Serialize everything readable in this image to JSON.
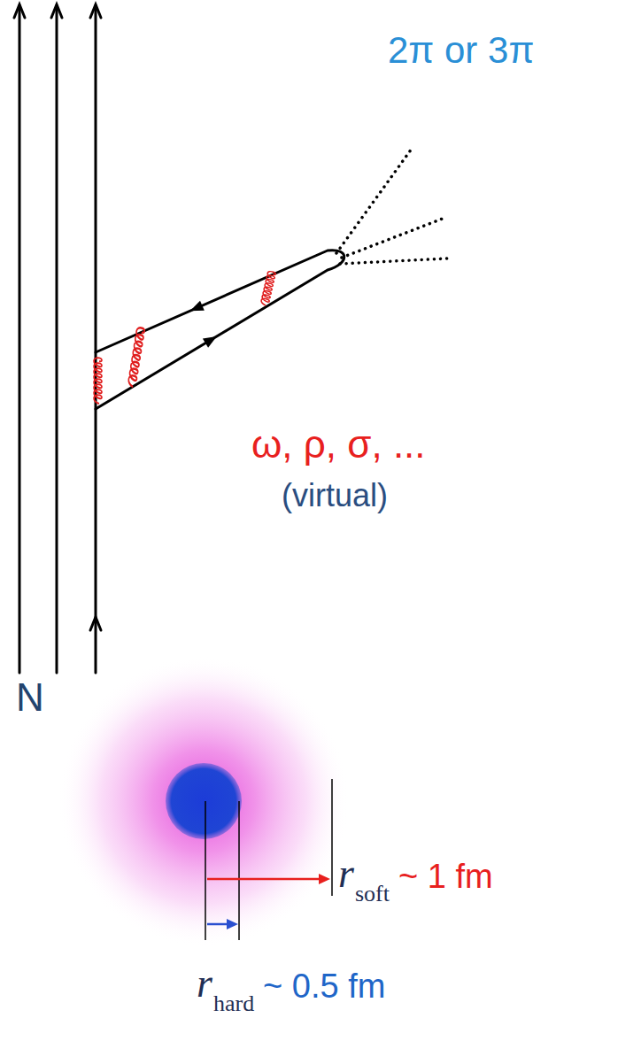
{
  "diagram": {
    "labels": [
      "2π or 3π",
      "ω, ρ, σ, ...",
      "(virtual)",
      "N",
      "r",
      "soft",
      "~ 1 fm",
      "r",
      "hard",
      "~ 0.5 fm"
    ]
  }
}
